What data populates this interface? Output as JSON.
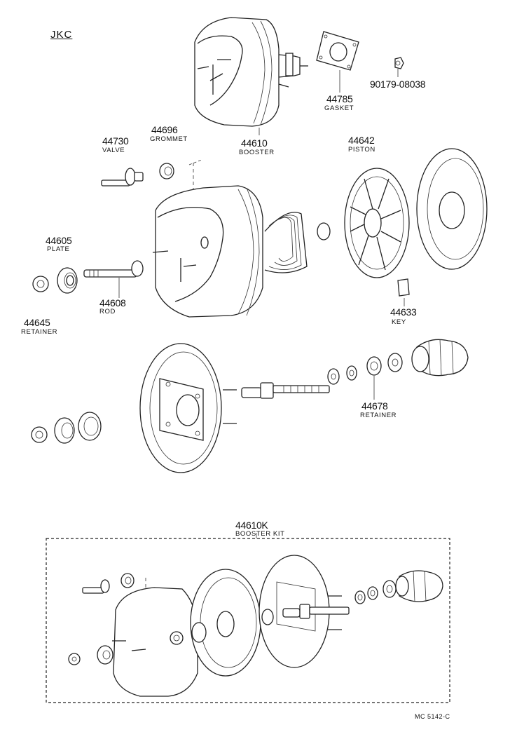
{
  "header": {
    "code": "JKC"
  },
  "parts": [
    {
      "id": "p-44610",
      "number": "44610",
      "name": "BOOSTER"
    },
    {
      "id": "p-44785",
      "number": "44785",
      "name": "GASKET"
    },
    {
      "id": "p-90179",
      "number": "90179-08038",
      "name": ""
    },
    {
      "id": "p-44730",
      "number": "44730",
      "name": "VALVE"
    },
    {
      "id": "p-44696",
      "number": "44696",
      "name": "GROMMET"
    },
    {
      "id": "p-44642",
      "number": "44642",
      "name": "PISTON"
    },
    {
      "id": "p-44605",
      "number": "44605",
      "name": "PLATE"
    },
    {
      "id": "p-44608",
      "number": "44608",
      "name": "ROD"
    },
    {
      "id": "p-44645",
      "number": "44645",
      "name": "RETAINER"
    },
    {
      "id": "p-44633",
      "number": "44633",
      "name": "KEY"
    },
    {
      "id": "p-44678",
      "number": "44678",
      "name": "RETAINER"
    }
  ],
  "kit": {
    "number": "44610K",
    "name": "BOOSTER KIT"
  },
  "footer": {
    "ref": "MC 5142-C"
  }
}
